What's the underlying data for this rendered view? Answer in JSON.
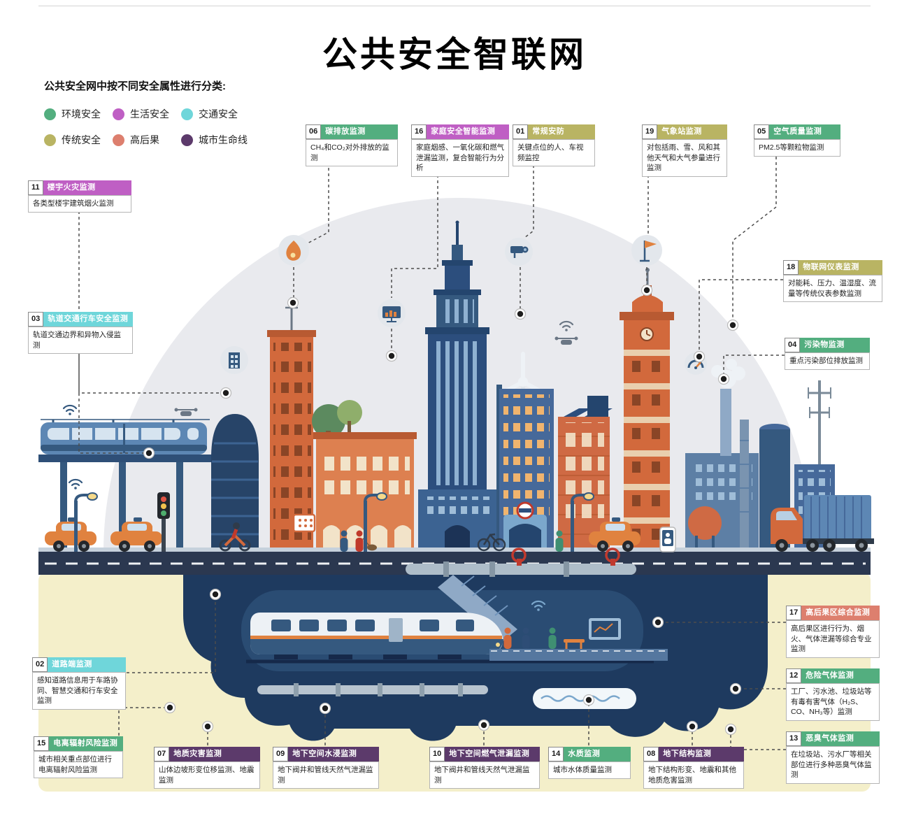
{
  "title": "公共安全智联网",
  "legend": {
    "heading": "公共安全网中按不同安全属性进行分类:",
    "items": [
      {
        "label": "环境安全",
        "color": "#53ae7f"
      },
      {
        "label": "生活安全",
        "color": "#bf5fc4"
      },
      {
        "label": "交通安全",
        "color": "#6fd6da"
      },
      {
        "label": "传统安全",
        "color": "#b9b463"
      },
      {
        "label": "高后果",
        "color": "#dd7f6e"
      },
      {
        "label": "城市生命线",
        "color": "#5c3a6b"
      }
    ]
  },
  "callouts": [
    {
      "num": "01",
      "title": "常规安防",
      "body": "关键点位的人、车视频监控",
      "category": "传统安全",
      "color": "#b9b463"
    },
    {
      "num": "02",
      "title": "道路端监测",
      "body": "感知道路信息用于车路协同、智慧交通和行车安全监测",
      "category": "交通安全",
      "color": "#6fd6da"
    },
    {
      "num": "03",
      "title": "轨道交通行车安全监测",
      "body": "轨道交通边界和异物入侵监测",
      "category": "交通安全",
      "color": "#6fd6da"
    },
    {
      "num": "04",
      "title": "污染物监测",
      "body": "重点污染部位排放监测",
      "category": "环境安全",
      "color": "#53ae7f"
    },
    {
      "num": "05",
      "title": "空气质量监测",
      "body": "PM2.5等颗粒物监测",
      "category": "环境安全",
      "color": "#53ae7f"
    },
    {
      "num": "06",
      "title": "碳排放监测",
      "body": "CH₄和CO₂对外排放的监测",
      "category": "环境安全",
      "color": "#53ae7f"
    },
    {
      "num": "07",
      "title": "地质灾害监测",
      "body": "山体边坡形变位移监测、地震监测",
      "category": "城市生命线",
      "color": "#5c3a6b"
    },
    {
      "num": "08",
      "title": "地下结构监测",
      "body": "地下结构形变、地震和其他地质危害监测",
      "category": "城市生命线",
      "color": "#5c3a6b"
    },
    {
      "num": "09",
      "title": "地下空间水浸监测",
      "body": "地下阀井和管线天然气泄漏监测",
      "category": "城市生命线",
      "color": "#5c3a6b"
    },
    {
      "num": "10",
      "title": "地下空间燃气泄漏监测",
      "body": "地下阀井和管线天然气泄漏监测",
      "category": "城市生命线",
      "color": "#5c3a6b"
    },
    {
      "num": "11",
      "title": "楼宇火灾监测",
      "body": "各类型楼宇建筑烟火监测",
      "category": "生活安全",
      "color": "#bf5fc4"
    },
    {
      "num": "12",
      "title": "危险气体监测",
      "body": "工厂、污水池、垃圾站等有毒有害气体（H₂S、CO、NH₃等）监测",
      "category": "环境安全",
      "color": "#53ae7f"
    },
    {
      "num": "13",
      "title": "恶臭气体监测",
      "body": "在垃圾站、污水厂等相关部位进行多种恶臭气体监测",
      "category": "环境安全",
      "color": "#53ae7f"
    },
    {
      "num": "14",
      "title": "水质监测",
      "body": "城市水体质量监测",
      "category": "环境安全",
      "color": "#53ae7f"
    },
    {
      "num": "15",
      "title": "电离辐射风险监测",
      "body": "城市相关重点部位进行电离辐射风险监测",
      "category": "环境安全",
      "color": "#53ae7f"
    },
    {
      "num": "16",
      "title": "家庭安全智能监测",
      "body": "家庭烟感、一氧化碳和燃气泄漏监测，复合智能行为分析",
      "category": "生活安全",
      "color": "#bf5fc4"
    },
    {
      "num": "17",
      "title": "高后果区综合监测",
      "body": "高后果区进行行为、烟火、气体泄漏等综合专业监测",
      "category": "高后果",
      "color": "#dd7f6e"
    },
    {
      "num": "18",
      "title": "物联网仪表监测",
      "body": "对能耗、压力、温湿度、流量等传统仪表参数监测",
      "category": "传统安全",
      "color": "#b9b463"
    },
    {
      "num": "19",
      "title": "气象站监测",
      "body": "对包括雨、雪、风和其他天气和大气参量进行监测",
      "category": "传统安全",
      "color": "#b9b463"
    }
  ]
}
